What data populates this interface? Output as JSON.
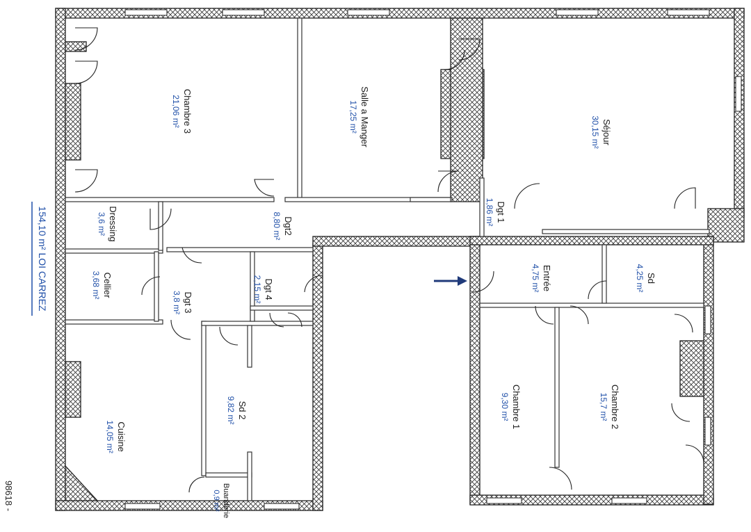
{
  "plan": {
    "total_area": "154,10 m² LOI CARREZ",
    "reference": "98618 -",
    "colors": {
      "area_text": "#1f4fa8",
      "walls": "#222222",
      "arrow": "#1f3a7a"
    },
    "rooms": [
      {
        "id": "chambre-3",
        "name": "Chambre 3",
        "area": "21,06 m²"
      },
      {
        "id": "salle-a-manger",
        "name": "Salle a Manger",
        "area": "17,25 m²"
      },
      {
        "id": "sejour",
        "name": "Séjour",
        "area": "30,15 m²"
      },
      {
        "id": "dgt2",
        "name": "Dgt2",
        "area": "8,80 m²"
      },
      {
        "id": "dgt1",
        "name": "Dgt 1",
        "area": "1,86 m²"
      },
      {
        "id": "dressing",
        "name": "Dressing",
        "area": "3,6 m²"
      },
      {
        "id": "cellier",
        "name": "Cellier",
        "area": "3,68 m²"
      },
      {
        "id": "dgt3",
        "name": "Dgt 3",
        "area": "3,8 m²"
      },
      {
        "id": "dgt4",
        "name": "Dgt 4",
        "area": "2,15 m²"
      },
      {
        "id": "entree",
        "name": "Entrée",
        "area": "4,75 m²"
      },
      {
        "id": "sd",
        "name": "Sd",
        "area": "4,25 m²"
      },
      {
        "id": "sd2",
        "name": "Sd 2",
        "area": "9,82 m²"
      },
      {
        "id": "cuisine",
        "name": "Cuisine",
        "area": "14,05 m²"
      },
      {
        "id": "buanderie",
        "name": "Buanderie",
        "area": "0,9 m²"
      },
      {
        "id": "chambre-1",
        "name": "Chambre 1",
        "area": "9,30 m²"
      },
      {
        "id": "chambre-2",
        "name": "Chambre 2",
        "area": "15,7 m²"
      }
    ],
    "icons": {
      "entrance": "entrance-arrow-icon"
    }
  }
}
